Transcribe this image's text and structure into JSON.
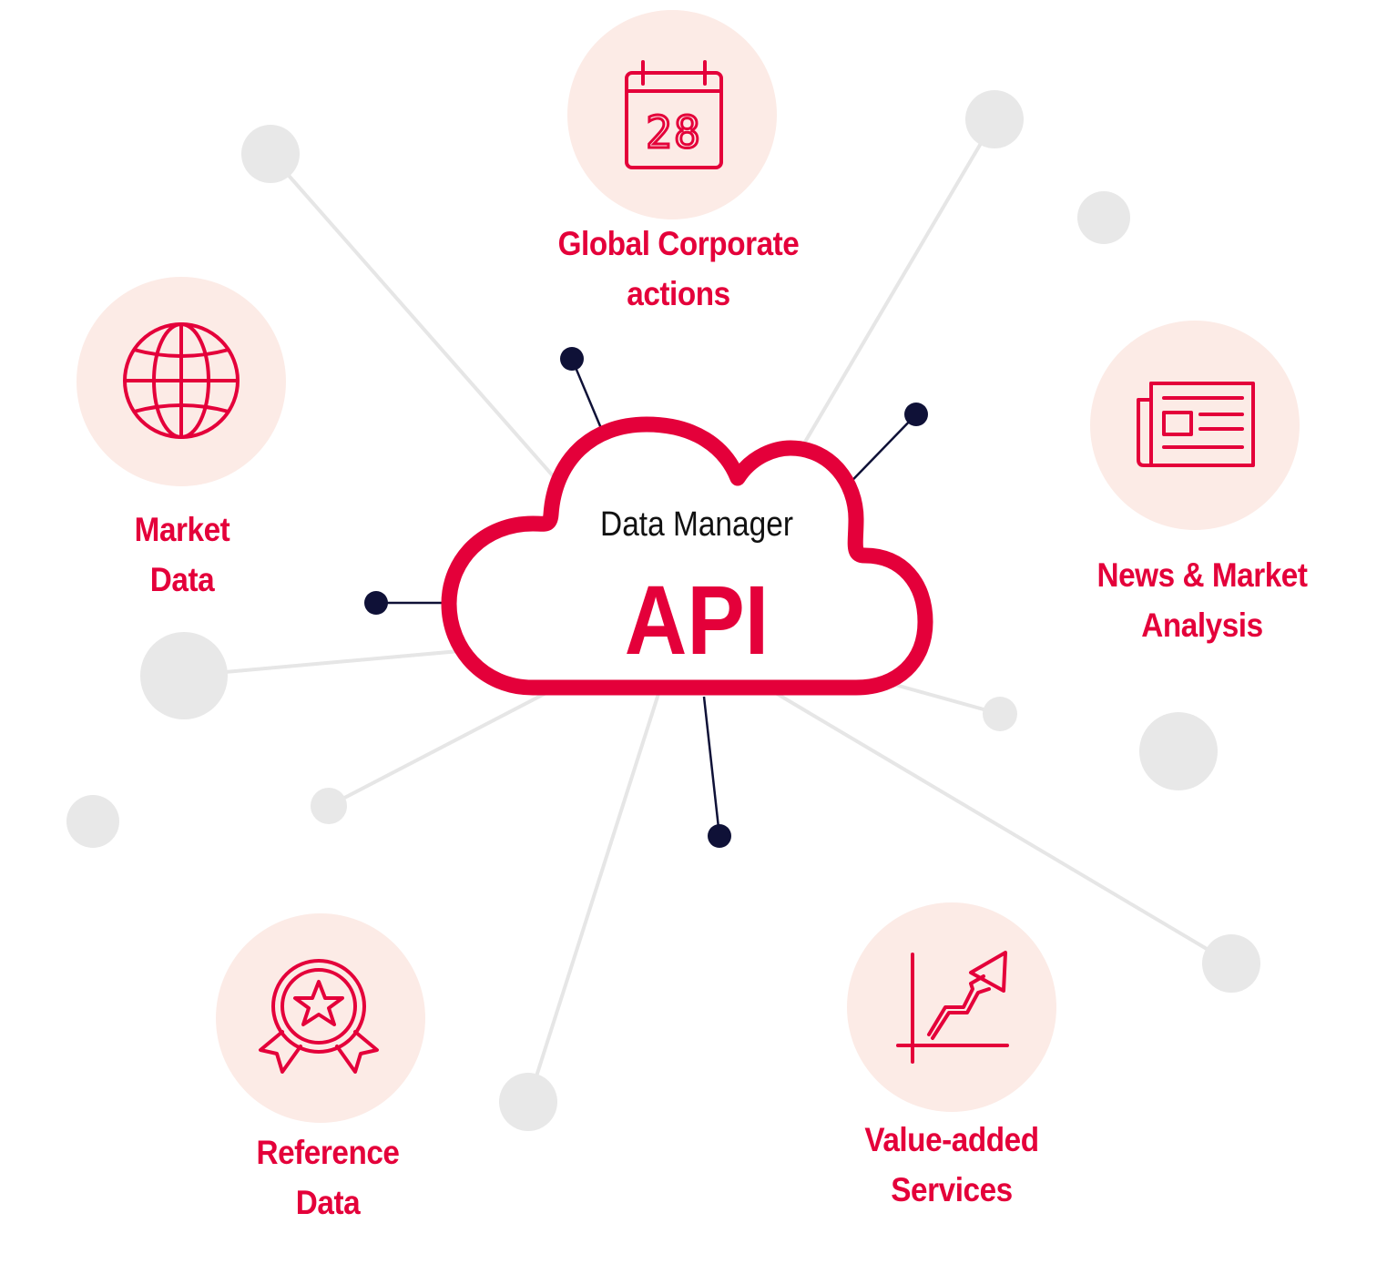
{
  "center": {
    "line1": "Data Manager",
    "line2": "API"
  },
  "nodes": {
    "corporate": {
      "label": [
        "Global Corporate",
        "actions"
      ],
      "icon": "calendar-icon",
      "icon_text": "28"
    },
    "market": {
      "label": [
        "Market",
        "Data"
      ],
      "icon": "globe-icon"
    },
    "news": {
      "label": [
        "News & Market",
        "Analysis"
      ],
      "icon": "newspaper-icon"
    },
    "reference": {
      "label": [
        "Reference",
        "Data"
      ],
      "icon": "award-ribbon-icon"
    },
    "value": {
      "label": [
        "Value-added",
        "Services"
      ],
      "icon": "trend-chart-icon"
    }
  },
  "colors": {
    "accent": "#e4003a",
    "circle_fill": "#fcebe6",
    "network_dot": "#e8e8e8",
    "network_line": "#e6e6e6",
    "connector_dot": "#0f1137",
    "text": "#111111"
  }
}
